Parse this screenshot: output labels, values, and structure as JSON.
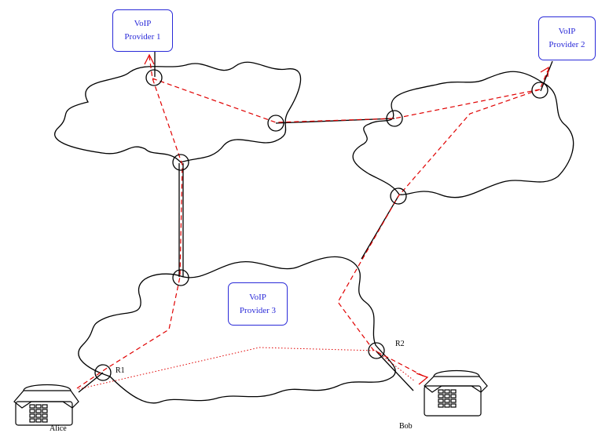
{
  "providers": [
    {
      "line1": "VoIP",
      "line2": "Provider 1"
    },
    {
      "line1": "VoIP",
      "line2": "Provider 2"
    },
    {
      "line1": "VoIP",
      "line2": "Provider 3"
    }
  ],
  "routers": {
    "r1": "R1",
    "r2": "R2"
  },
  "users": {
    "alice": "Alice",
    "bob": "Bob"
  },
  "colors": {
    "signaling_path": "#e00000",
    "provider_box": "#2a2ad8",
    "cloud_outline": "#000000"
  }
}
